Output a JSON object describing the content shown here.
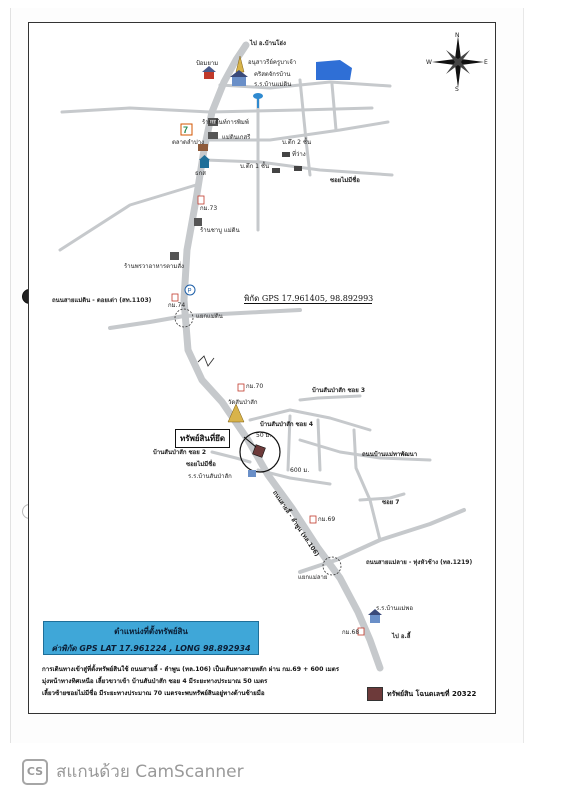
{
  "map_labels": {
    "to_ban_hong": "ไป อ.บ้านโฮ่ง",
    "police": "ป้อมยาม",
    "monument": "อนุสาวรีย์ครูบาเจ้า",
    "church": "คริสตจักรบ้าน",
    "school_ban_maedin": "ร.ร.บ้านแม่ดิน",
    "tent_store": "ร้านเต๊นท์การพิมพ์",
    "seven_eleven": "7-Eleven",
    "market": "ตลาดลำปาง",
    "bank": "ธกส",
    "maedin_store": "แม่ดินเกสรี",
    "house_2floor": "บ.ตึก 2 ชั้น",
    "house_1floor": "บ.ตึก 1 ชั้น",
    "wood_house": "ที่ว่าง",
    "soi_mai_mi_chue_top": "ซอยไม่มีชื่อ",
    "km_73": "กม.73",
    "general_store": "ร้านชาบู แม่ดิน",
    "restaurant": "ร้านพรวาอาหารตามสั่ง",
    "road_maedin": "ถนนสายแม่ดิน - ดอยเต่า (สท.1103)",
    "km_74": "กม.74",
    "maedin_junction": "แยกแม่ดิน",
    "gps_subject": "พิกัด GPS 17.961405, 98.892993",
    "km_70": "กม.70",
    "wat": "วัดสันป่าสัก",
    "ban_sanpasak_soi3": "บ้านสันป่าสัก ซอย 3",
    "ban_sanpasak_soi4": "บ้านสันป่าสัก ซอย 4",
    "target": "ทรัพย์สินที่ยึด",
    "ban_sanpasak_soi2": "บ้านสันป่าสัก ซอย 2",
    "soi_mai_mi_chue": "ซอยไม่มีชื่อ",
    "school_sanpasak": "ร.ร.บ้านสันป่าสัก",
    "road_maetha": "ถนนบ้านแม่ทาพัฒนา",
    "soi_7": "ซอย 7",
    "km_69": "กม.69",
    "highway_106": "ถนนสายลี้ - ลำพูน (ทล.106)",
    "road_maelay": "ถนนสายแม่ลาย - ทุ่งหัวช้าง (ทล.1219)",
    "maelay_junction": "แยกแม่ลาย",
    "school_maepho": "ร.ร.บ้านแม่พอ",
    "km_68": "กม.68",
    "to_li": "ไป อ.ลี้",
    "dist_50": "50 ม.",
    "dist_600": "600 ม."
  },
  "compass": {
    "n": "N",
    "s": "S",
    "e": "E",
    "w": "W"
  },
  "info_box": {
    "title": "ตำแหน่งที่ตั้งทรัพย์สิน",
    "coords": "ค่าพิกัด GPS LAT 17.961224 , LONG 98.892934"
  },
  "directions": [
    "การเดินทางเข้าสู่ที่ตั้งทรัพย์สินใช้ ถนนสายลี้ - ลำพูน (ทล.106) เป็นเส้นทางสายหลัก ผ่าน กม.69 + 600 เมตร",
    "มุ่งหน้าทางทิศเหนือ เลี้ยวขวาเข้า บ้านสันป่าสัก ซอย 4 มีระยะทางประมาณ 50 เมตร",
    "เลี้ยวซ้ายซอยไม่มีชื่อ มีระยะทางประมาณ 70 เมตรจะพบทรัพย์สินอยู่ทางด้านซ้ายมือ"
  ],
  "legend": {
    "label": "ทรัพย์สิน โฉนดเลขที่ 20322"
  },
  "scanner": {
    "logo": "CS",
    "text": "สแกนด้วย CamScanner"
  },
  "colors": {
    "road": "#c6c9cc",
    "water": "#2f6fd6",
    "info_box": "#3fa7d8",
    "legend_swatch": "#6d3a3a"
  }
}
